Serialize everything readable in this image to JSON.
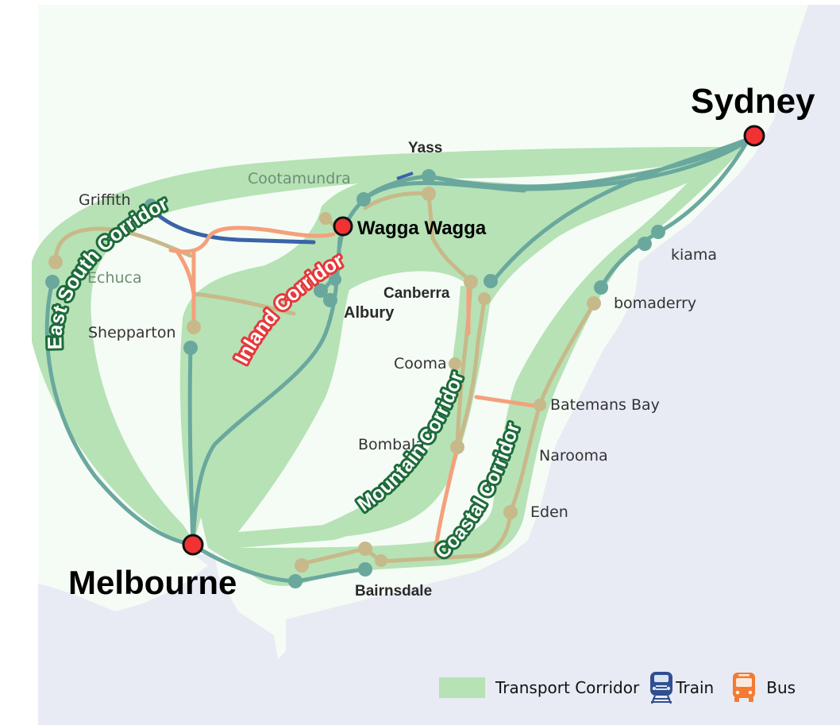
{
  "map": {
    "colors": {
      "land": "#f5fcf5",
      "sea": "#e8ebf4",
      "corridor": "#b6e2b6",
      "train_line": "#6aa89e",
      "regional_line": "#c8b98a",
      "bus_line": "#f5a07c",
      "train_blue": "#3a63a8",
      "major_city": "#f03232"
    },
    "major_cities": {
      "sydney": "Sydney",
      "melbourne": "Melbourne",
      "wagga": "Wagga Wagga"
    },
    "bold_towns": {
      "yass": "Yass",
      "canberra": "Canberra",
      "albury": "Albury",
      "bairnsdale": "Bairnsdale"
    },
    "towns": {
      "griffith": "Griffith",
      "cootamundra": "Cootamundra",
      "echuca": "Echuca",
      "shepparton": "Shepparton",
      "kiama": "kiama",
      "bomaderry": "bomaderry",
      "cooma": "Cooma",
      "batemans_bay": "Batemans Bay",
      "bombala": "Bombala",
      "narooma": "Narooma",
      "eden": "Eden"
    },
    "corridors": {
      "east_south": "East South Corridor",
      "inland": "Inland Corridor",
      "mountain": "Mountain Corridor",
      "coastal": "Coastal Corridor"
    }
  },
  "legend": {
    "corridor_label": "Transport Corridor",
    "train_label": "Train",
    "bus_label": "Bus",
    "train_icon": "train-icon",
    "bus_icon": "bus-icon"
  }
}
